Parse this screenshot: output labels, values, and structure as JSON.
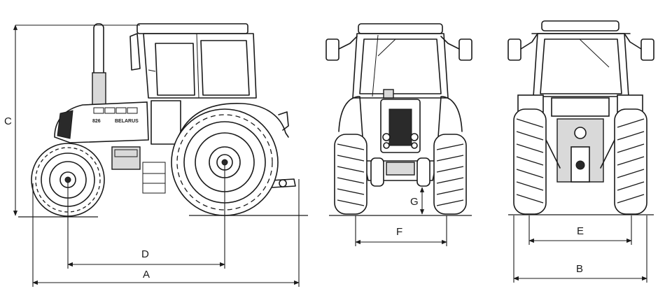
{
  "diagram": {
    "badges": {
      "model": "826",
      "brand": "BELARUS"
    },
    "dimensions": [
      {
        "id": "A",
        "label": "A"
      },
      {
        "id": "B",
        "label": "B"
      },
      {
        "id": "C",
        "label": "C"
      },
      {
        "id": "D",
        "label": "D"
      },
      {
        "id": "E",
        "label": "E"
      },
      {
        "id": "F",
        "label": "F"
      },
      {
        "id": "G",
        "label": "G"
      }
    ]
  }
}
